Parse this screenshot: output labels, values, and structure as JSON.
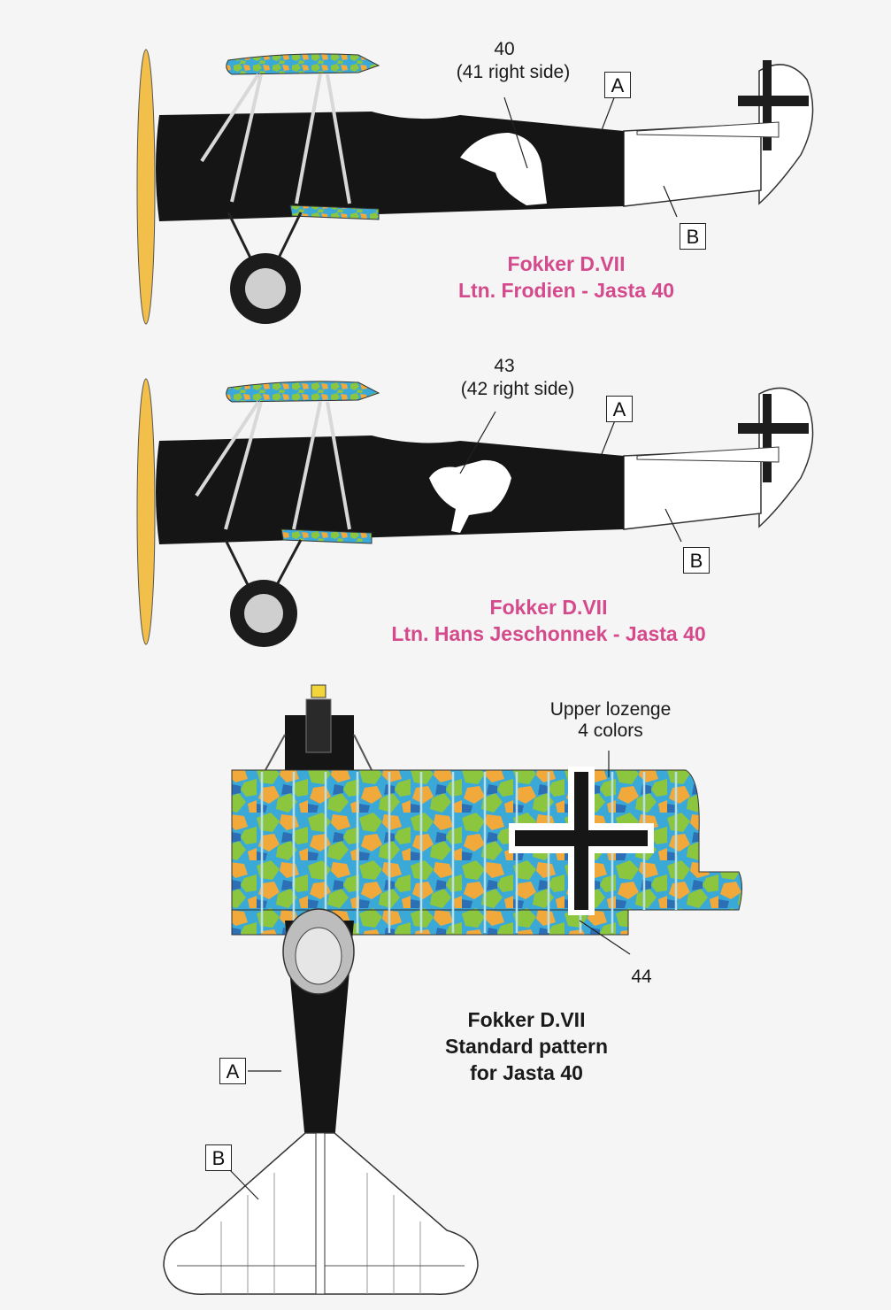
{
  "profiles": [
    {
      "decal_number": "40",
      "decal_note": "(41 right side)",
      "title_line1": "Fokker D.VII",
      "title_line2": "Ltn. Frodien - Jasta 40",
      "marker_a": "A",
      "marker_b": "B",
      "emblem": "eagle-head"
    },
    {
      "decal_number": "43",
      "decal_note": "(42 right side)",
      "title_line1": "Fokker D.VII",
      "title_line2": "Ltn. Hans Jeschonnek - Jasta 40",
      "marker_a": "A",
      "marker_b": "B",
      "emblem": "goat"
    }
  ],
  "plan_view": {
    "lozenge_label_line1": "Upper lozenge",
    "lozenge_label_line2": "4 colors",
    "decal_number": "44",
    "title_line1": "Fokker D.VII",
    "title_line2": "Standard pattern",
    "title_line3": "for Jasta 40",
    "marker_a": "A",
    "marker_b": "B"
  },
  "colors": {
    "fuselage": "#151515",
    "title_accent": "#d44a8c",
    "propeller": "#f2c04a",
    "lozenge": [
      "#3aa9d8",
      "#8cc63f",
      "#f2a93b",
      "#2d6fb5"
    ],
    "rib_tape": "#b8e0ea"
  }
}
